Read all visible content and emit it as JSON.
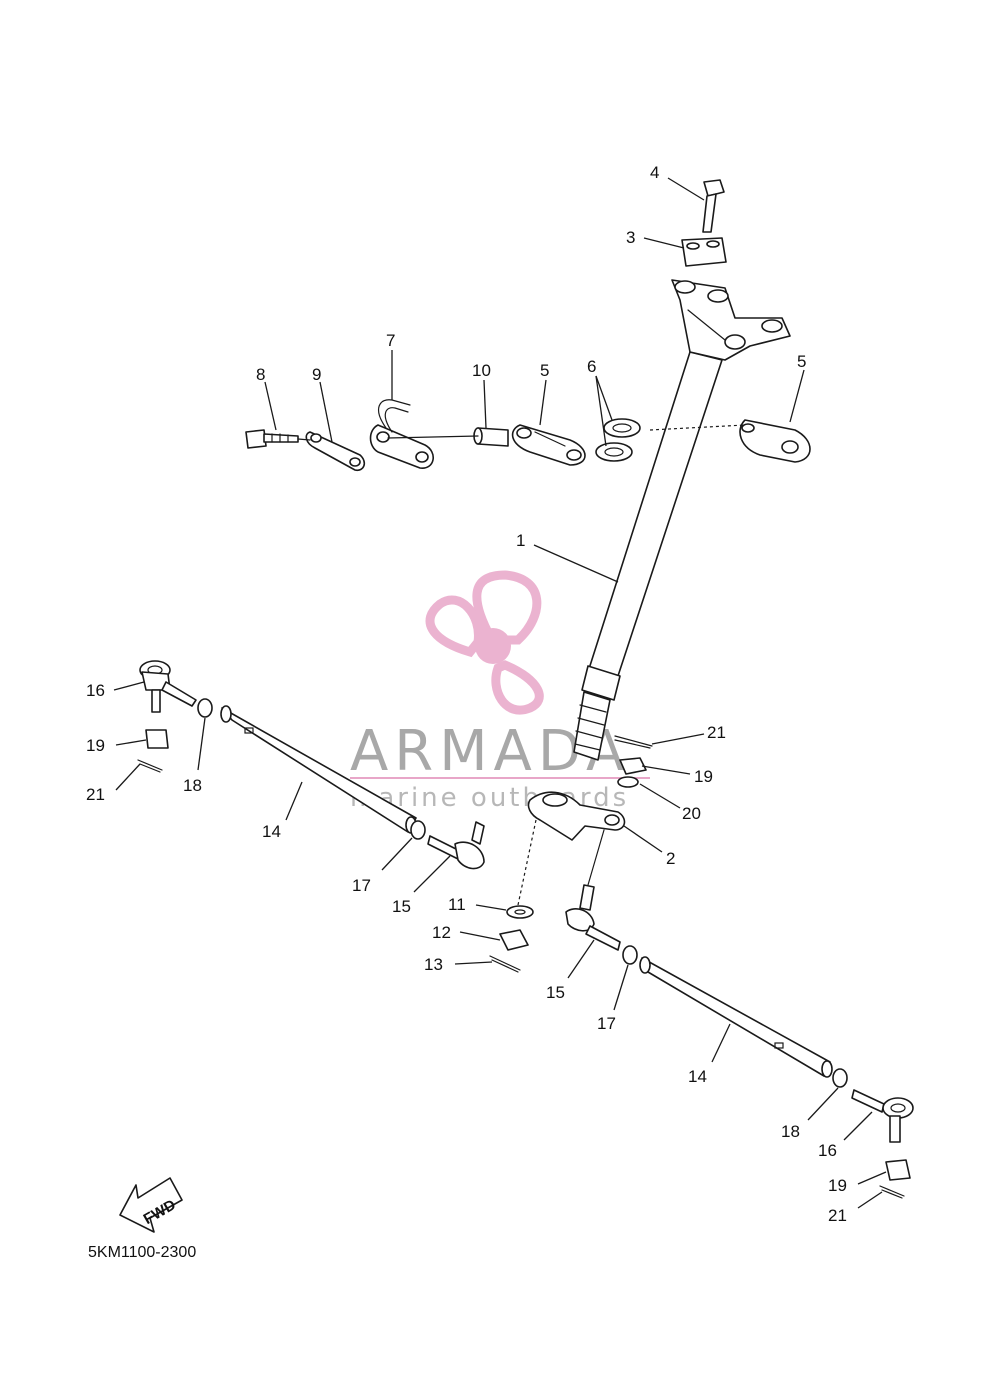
{
  "diagram": {
    "code": "5KM1100-2300",
    "fwd_label": "FWD",
    "callouts": [
      {
        "id": "c4",
        "label": "4"
      },
      {
        "id": "c3",
        "label": "3"
      },
      {
        "id": "c7",
        "label": "7"
      },
      {
        "id": "c8",
        "label": "8"
      },
      {
        "id": "c9",
        "label": "9"
      },
      {
        "id": "c10",
        "label": "10"
      },
      {
        "id": "c5a",
        "label": "5"
      },
      {
        "id": "c6",
        "label": "6"
      },
      {
        "id": "c5b",
        "label": "5"
      },
      {
        "id": "c1",
        "label": "1"
      },
      {
        "id": "c16a",
        "label": "16"
      },
      {
        "id": "c19a",
        "label": "19"
      },
      {
        "id": "c21a",
        "label": "21"
      },
      {
        "id": "c18a",
        "label": "18"
      },
      {
        "id": "c14a",
        "label": "14"
      },
      {
        "id": "c21b",
        "label": "21"
      },
      {
        "id": "c19b",
        "label": "19"
      },
      {
        "id": "c20",
        "label": "20"
      },
      {
        "id": "c2",
        "label": "2"
      },
      {
        "id": "c17a",
        "label": "17"
      },
      {
        "id": "c15a",
        "label": "15"
      },
      {
        "id": "c11",
        "label": "11"
      },
      {
        "id": "c12",
        "label": "12"
      },
      {
        "id": "c13",
        "label": "13"
      },
      {
        "id": "c15b",
        "label": "15"
      },
      {
        "id": "c17b",
        "label": "17"
      },
      {
        "id": "c14b",
        "label": "14"
      },
      {
        "id": "c18b",
        "label": "18"
      },
      {
        "id": "c16b",
        "label": "16"
      },
      {
        "id": "c19c",
        "label": "19"
      },
      {
        "id": "c21c",
        "label": "21"
      }
    ]
  },
  "watermark": {
    "brand": "ARMADA",
    "tagline": "marine outboards",
    "logo_icon": "propeller-icon",
    "logo_color": "#e8a6c8",
    "text_color": "#8c8c8c"
  }
}
